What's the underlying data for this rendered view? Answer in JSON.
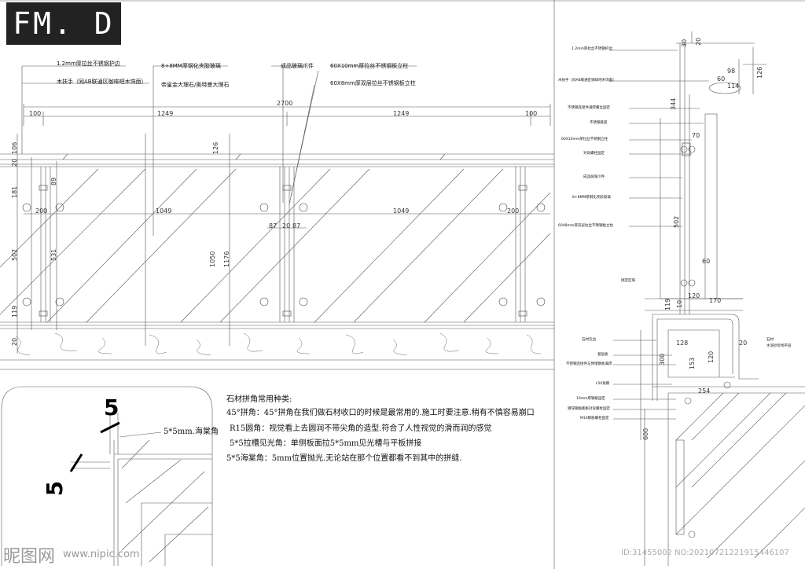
{
  "title": "FM. D",
  "elevation": {
    "labels": {
      "rail_edge": "1.2mm厚拉丝不锈钢护边",
      "wood_handrail": "木扶手（同AB联通区咖啡吧木饰面）",
      "glass": "8+8MM厚钢化夹胶玻璃",
      "marble": "帝皇金大理石/奥特曼大理石",
      "glass_clamp": "成品玻璃爪件",
      "post_10": "60X10mm厚拉丝不锈钢板立柱",
      "post_8": "60X8mm厚双层拉丝不锈钢板立柱"
    },
    "dims": {
      "total": "2700",
      "side_left": "100",
      "side_right": "100",
      "span_left": "1249",
      "span_right": "1249",
      "top_106": "106",
      "top_20": "20",
      "d126": "126",
      "d181": "181",
      "d89": "89",
      "d502": "502",
      "d531": "531",
      "d119": "119",
      "d20": "20",
      "w200_left": "200",
      "w200_right": "200",
      "w1049_left": "1049",
      "w1049_right": "1049",
      "d87_left": "87",
      "d20_mid": "20",
      "d87_right": "87",
      "h1050": "1050",
      "h1176": "1176"
    }
  },
  "section": {
    "labels": {
      "edge": "1.2mm厚拉丝不锈钢护边",
      "handrail": "木扶手（同AB联通区咖啡吧木饰面）",
      "bolt_fix": "不锈钢连接件满焊螺丝固定",
      "base": "不锈钢基座",
      "post10": "60X10mm厚拉丝不锈钢立柱",
      "screw": "对穿螺栓固定",
      "clamp": "成品玻璃爪件",
      "glass": "8+8MM厚钢化夹胶玻璃",
      "post8": "60X8mm厚双层拉丝不锈钢板立柱",
      "void": "挑空区域",
      "stone_cap": "石材包边",
      "substrate": "基层板",
      "weld": "不锈钢连接件与预埋钢板满焊",
      "angle": "L50角钢",
      "plate": "10mm厚钢板固定",
      "chem_bolt": "镀锌钢板膨胀对穿螺栓固定",
      "m10": "M10膨胀螺栓固定",
      "stone_r": "石材",
      "stone_r2": "水泥砂浆找平层"
    },
    "dims": {
      "d30": "30",
      "d20": "20",
      "d98": "98",
      "d126": "126",
      "d60": "60",
      "d344": "344",
      "d70": "70",
      "d502": "502",
      "d60b": "60",
      "d119": "119",
      "d120": "120",
      "d170": "170",
      "d10": "10",
      "d128": "128",
      "d20b": "20",
      "d300": "300",
      "d153": "153",
      "d120b": "120",
      "d254": "254",
      "d600": "600",
      "d114": "114"
    }
  },
  "detail": {
    "dim_top": "5",
    "dim_left": "5",
    "corner_label": "5*5mm.海棠角"
  },
  "notes": {
    "heading": "石材拼角常用种类:",
    "lines": [
      "45°拼角：45°拼角在我们做石材收口的时候是最常用的.施工时要注意.稍有不慎容易崩口",
      "R15圆角：视觉看上去圆润不带尖角的造型.符合了人性视觉的滑而润的感觉",
      "5*5拉槽见光角：单侧板面拉5*5mm见光槽与平板拼接",
      "5*5海棠角：5mm位置抛光.无论站在那个位置都看不到其中的拼缝."
    ]
  },
  "watermark": {
    "logo": "昵图网",
    "url": "www.nipic.com",
    "id": "ID:31455002 NO:20210721221915446107"
  }
}
